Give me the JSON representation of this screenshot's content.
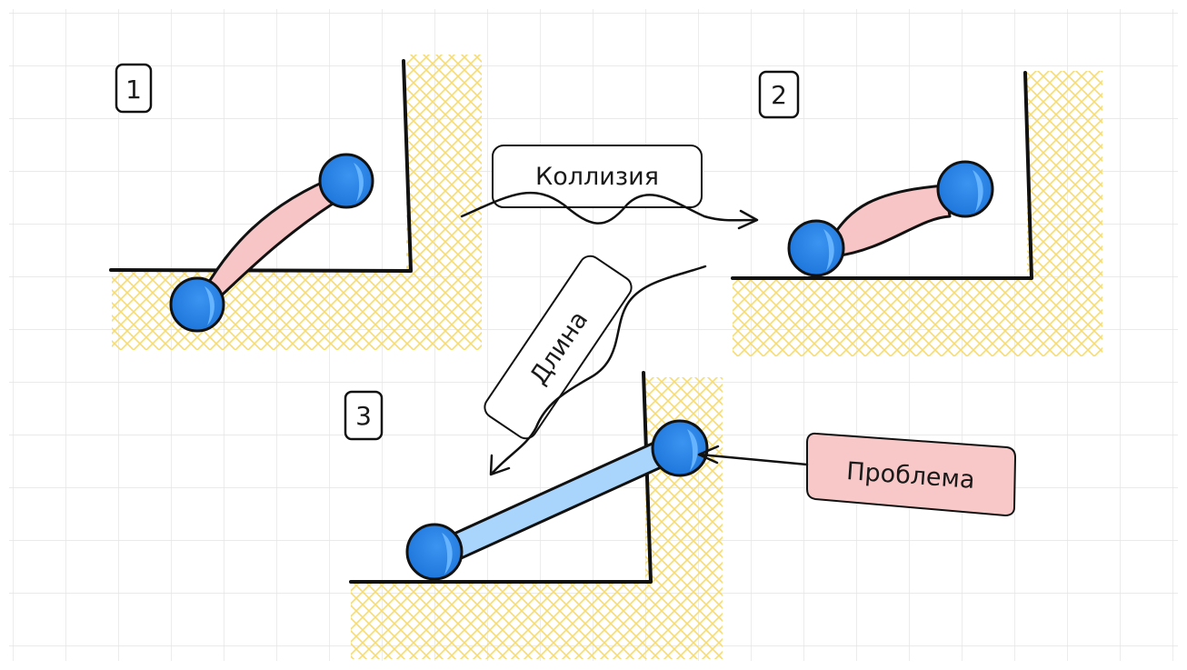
{
  "panels": [
    {
      "number": "1"
    },
    {
      "number": "2"
    },
    {
      "number": "3"
    }
  ],
  "transitions": {
    "collision_label": "Коллизия",
    "length_label": "Длина"
  },
  "callout": {
    "label": "Проблема",
    "fill": "#f8c8c8"
  },
  "colors": {
    "ball": "#2c86e8",
    "ball_highlight": "#66b4ff",
    "link_soft": "#f7c5c5",
    "link_rigid": "#a9d4fb",
    "hatch": "#f6dc72",
    "grid": "#e6e6e6"
  }
}
